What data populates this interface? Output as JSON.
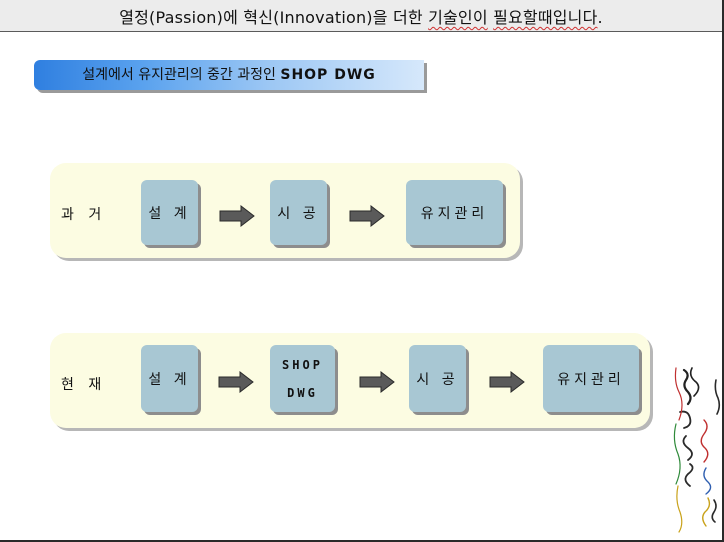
{
  "header": {
    "title_prefix": "열정(Passion)에 혁신(Innovation)을 더한 ",
    "title_squiggle_1": "기술인이",
    "title_space": " ",
    "title_squiggle_2": "필요할때입니다",
    "title_suffix": "."
  },
  "section_label": {
    "text_prefix": "설계에서 유지관리의 중간 과정인 ",
    "text_emphasis": "SHOP DWG"
  },
  "past": {
    "label": "과 거",
    "stages": [
      "설 계",
      "시 공",
      "유지관리"
    ]
  },
  "present": {
    "label": "현 재",
    "stage_design": "설 계",
    "stage_shop_line1": "SHOP",
    "stage_shop_line2": "DWG",
    "stage_construction": "시 공",
    "stage_maintenance": "유지관리"
  },
  "colors": {
    "stage_fill": "#a8c7d3",
    "panel_fill": "#fcfce2",
    "label_gradient_start": "#2f7fe0",
    "arrow_fill": "#5a5a5a"
  },
  "icons": {
    "arrow": "right-arrow-icon",
    "logo": "vertical-text-logo"
  }
}
